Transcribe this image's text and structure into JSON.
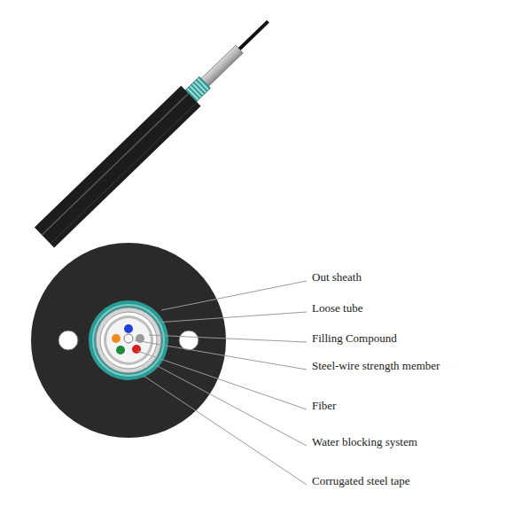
{
  "diagram": {
    "labels": [
      "Out sheath",
      "Loose tube",
      "Filling Compound",
      "Steel-wire strength member",
      "Fiber",
      "Water blocking system",
      "Corrugated steel tape"
    ]
  }
}
